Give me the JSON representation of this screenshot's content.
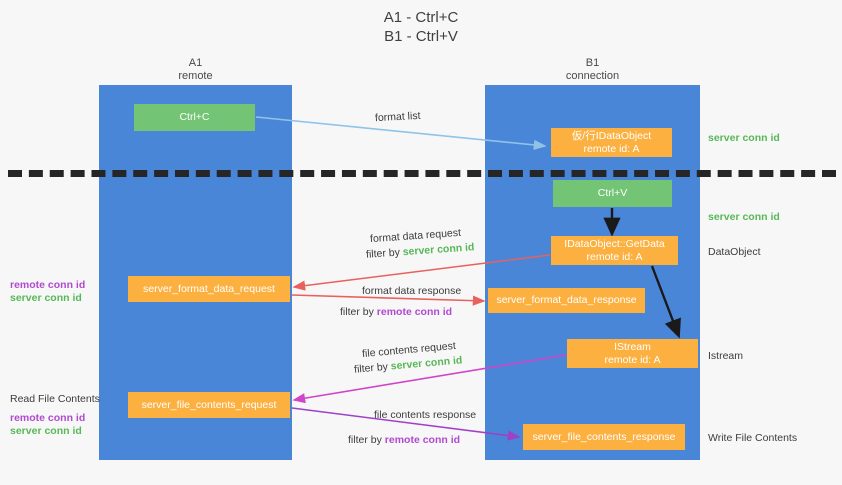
{
  "title": {
    "line1": "A1 - Ctrl+C",
    "line2": "B1 - Ctrl+V"
  },
  "columns": [
    {
      "name": "A1",
      "sub": "remote",
      "color": "#4a86d8"
    },
    {
      "name": "B1",
      "sub": "connection",
      "color": "#4a86d8"
    }
  ],
  "boxes": {
    "ctrl_c": "Ctrl+C",
    "idataobject": {
      "line1": "仮/行IDataObject",
      "line2": "remote id: A"
    },
    "ctrl_v": "Ctrl+V",
    "getdata": {
      "line1": "IDataObject::GetData",
      "line2": "remote id: A"
    },
    "server_format_data_request": "server_format_data_request",
    "server_format_data_response": "server_format_data_response",
    "istream": {
      "line1": "IStream",
      "line2": "remote id: A"
    },
    "server_file_contents_request": "server_file_contents_request",
    "server_file_contents_response": "server_file_contents_response"
  },
  "right_labels": {
    "server_conn_id_1": "server conn id",
    "server_conn_id_2": "server conn id",
    "dataobject": "DataObject",
    "istream": "Istream",
    "write_file_contents": "Write File Contents"
  },
  "left_labels": {
    "remote_conn_id_1": "remote conn id",
    "server_conn_id_1": "server conn id",
    "read_file_contents": "Read File Contents",
    "remote_conn_id_2": "remote conn id",
    "server_conn_id_2": "server conn id"
  },
  "flows": {
    "format_list": "format list",
    "format_data_request": "format data request",
    "format_data_request_filter_prefix": "filter by ",
    "format_data_request_filter_value": "server conn id",
    "format_data_response": "format data response",
    "format_data_response_filter_prefix": "filter by ",
    "format_data_response_filter_value": "remote conn id",
    "file_contents_request": "file contents request",
    "file_contents_request_filter_prefix": "filter by ",
    "file_contents_request_filter_value": "server conn id",
    "file_contents_response": "file contents response",
    "file_contents_response_filter_prefix": "filter by ",
    "file_contents_response_filter_value": "remote conn id"
  },
  "colors": {
    "column": "#4a86d8",
    "box_orange": "#fbb040",
    "box_green": "#74c476",
    "server_conn_id": "#57b857",
    "remote_conn_id": "#b04ad0",
    "arrow_light_blue": "#8fc3e8",
    "arrow_red": "#e8615c",
    "arrow_magenta": "#d045c8",
    "arrow_purple": "#a040c8",
    "arrow_black": "#1a1a1a",
    "divider_dashed": "#262626"
  }
}
